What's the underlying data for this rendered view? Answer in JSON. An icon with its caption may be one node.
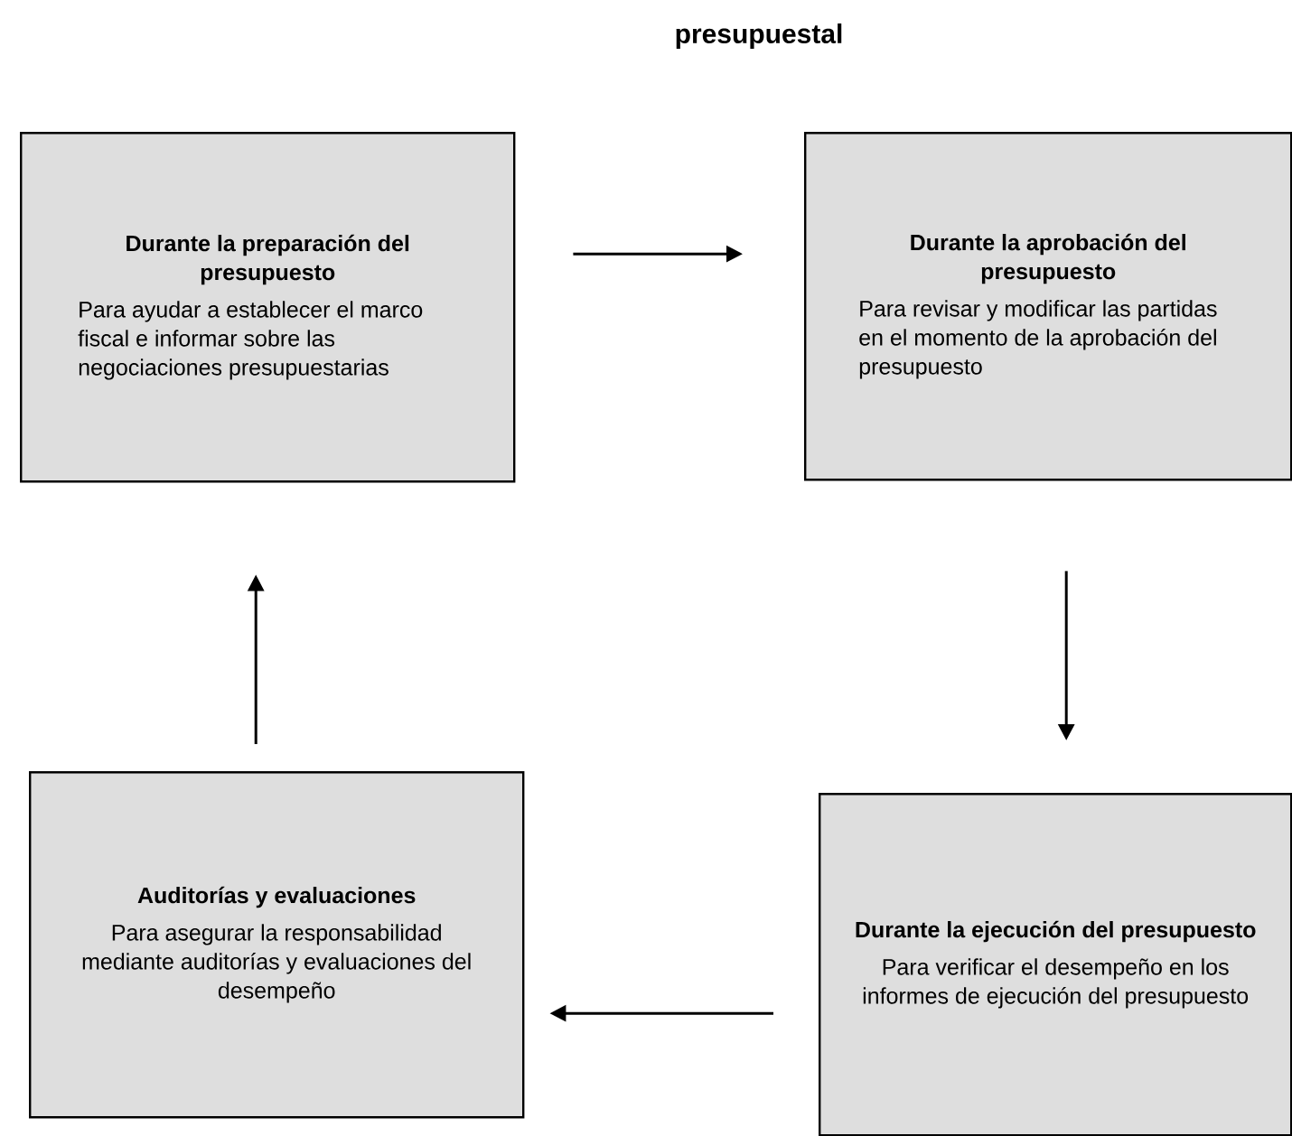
{
  "diagram": {
    "title": "presupuestal",
    "nodes": [
      {
        "text": [
          "Durante la preparación del presupuesto",
          "Para ayudar a establecer el marco fiscal e informar sobre las negociaciones presupuestarias"
        ]
      },
      {
        "text": [
          "Durante la aprobación  del presupuesto",
          "Para revisar y modificar las partidas en el momento de la aprobación del presupuesto"
        ]
      },
      {
        "text": [
          "Durante la ejecución  del presupuesto",
          "Para verificar el desempeño en los informes de ejecución del presupuesto"
        ]
      },
      {
        "text": [
          "Auditorías y evaluaciones",
          "Para asegurar la responsabilidad mediante auditorías y evaluaciones del desempeño"
        ]
      }
    ],
    "edges": [
      {
        "from": 0,
        "to": 1,
        "arrow": "to"
      },
      {
        "from": 1,
        "to": 2,
        "arrow": "to"
      },
      {
        "from": 2,
        "to": 3,
        "arrow": "to"
      },
      {
        "from": 3,
        "to": 0,
        "arrow": "to"
      }
    ]
  }
}
